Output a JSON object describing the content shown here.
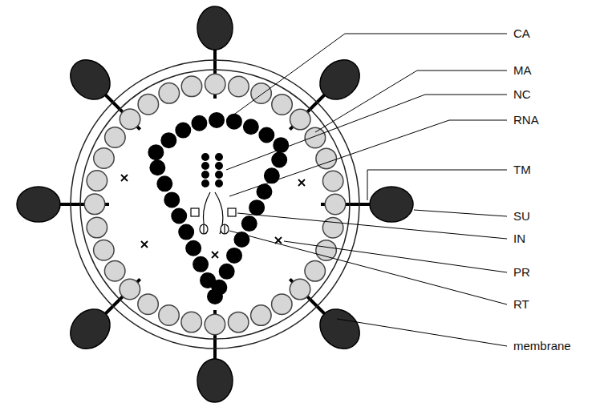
{
  "diagram": {
    "labels": [
      "CA",
      "MA",
      "NC",
      "RNA",
      "TM",
      "SU",
      "IN",
      "PR",
      "RT",
      "membrane"
    ]
  }
}
